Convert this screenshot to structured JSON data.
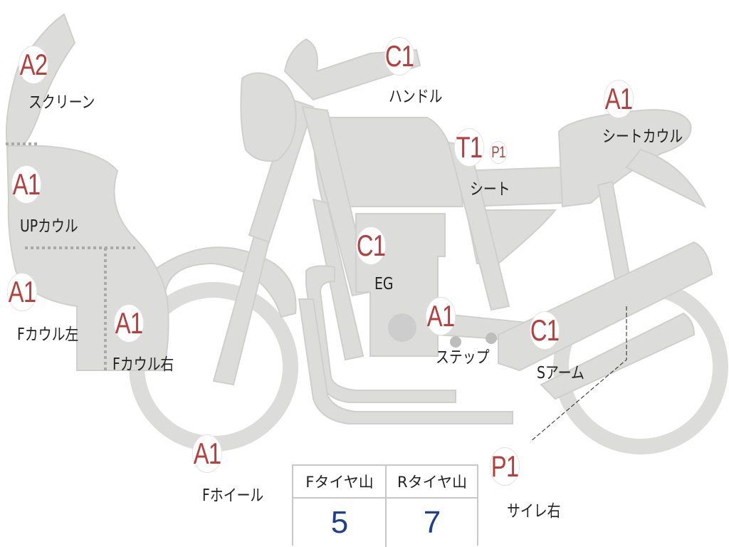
{
  "parts": [
    {
      "id": "screen",
      "code": "A2",
      "label": "スクリーン"
    },
    {
      "id": "up-cowl",
      "code": "A1",
      "label": "UPカウル"
    },
    {
      "id": "f-cowl-left",
      "code": "A1",
      "label": "Fカウル左"
    },
    {
      "id": "f-cowl-right",
      "code": "A1",
      "label": "Fカウル右"
    },
    {
      "id": "handle",
      "code": "C1",
      "label": "ハンドル"
    },
    {
      "id": "seat-cowl",
      "code": "A1",
      "label": "シートカウル"
    },
    {
      "id": "seat",
      "code": "T1",
      "extra_code": "P1",
      "label": "シート"
    },
    {
      "id": "engine",
      "code": "C1",
      "label": "EG"
    },
    {
      "id": "step",
      "code": "A1",
      "label": "ステップ"
    },
    {
      "id": "swing-arm",
      "code": "C1",
      "label": "Sアーム"
    },
    {
      "id": "f-wheel",
      "code": "A1",
      "label": "Fホイール"
    },
    {
      "id": "muffler-right",
      "code": "P1",
      "label": "サイレ右"
    }
  ],
  "tire_table": {
    "headers": [
      "Fタイヤ山",
      "Rタイヤ山"
    ],
    "values": [
      "5",
      "7"
    ]
  },
  "colors": {
    "body_fill": "#dcdcda",
    "outline": "#cfcfcd",
    "badge_text": "#b5403d",
    "value_text": "#1f3f8f",
    "dotted_line": "#a9a9a9"
  }
}
